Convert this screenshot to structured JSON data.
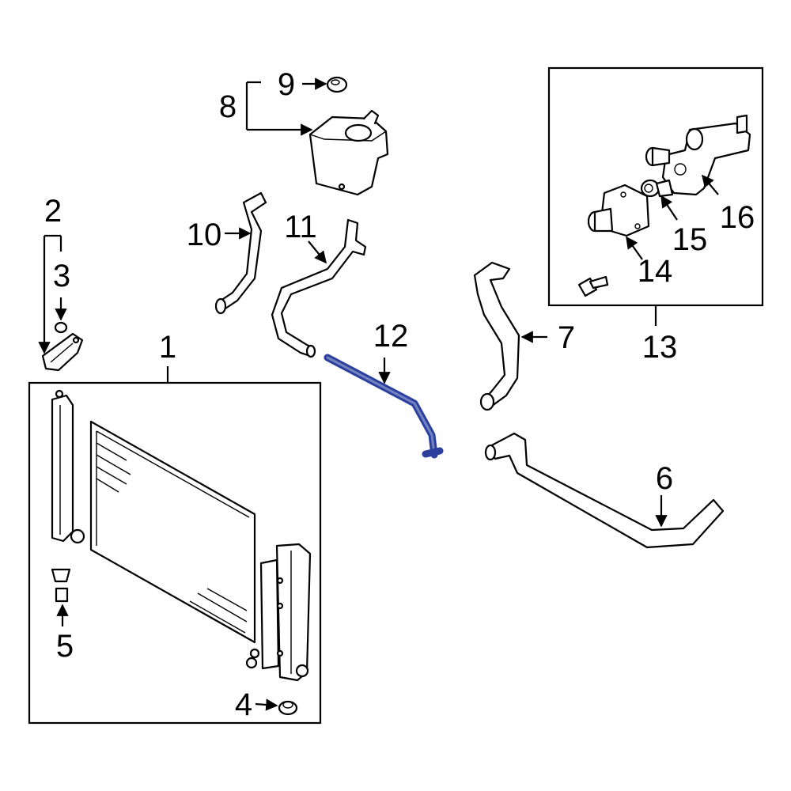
{
  "callouts": {
    "c1": "1",
    "c2": "2",
    "c3": "3",
    "c4": "4",
    "c5": "5",
    "c6": "6",
    "c7": "7",
    "c8": "8",
    "c9": "9",
    "c10": "10",
    "c11": "11",
    "c12": "12",
    "c13": "13",
    "c14": "14",
    "c15": "15",
    "c16": "16"
  },
  "colors": {
    "highlight": "#2b3f9e",
    "line": "#000000",
    "background": "#ffffff"
  }
}
